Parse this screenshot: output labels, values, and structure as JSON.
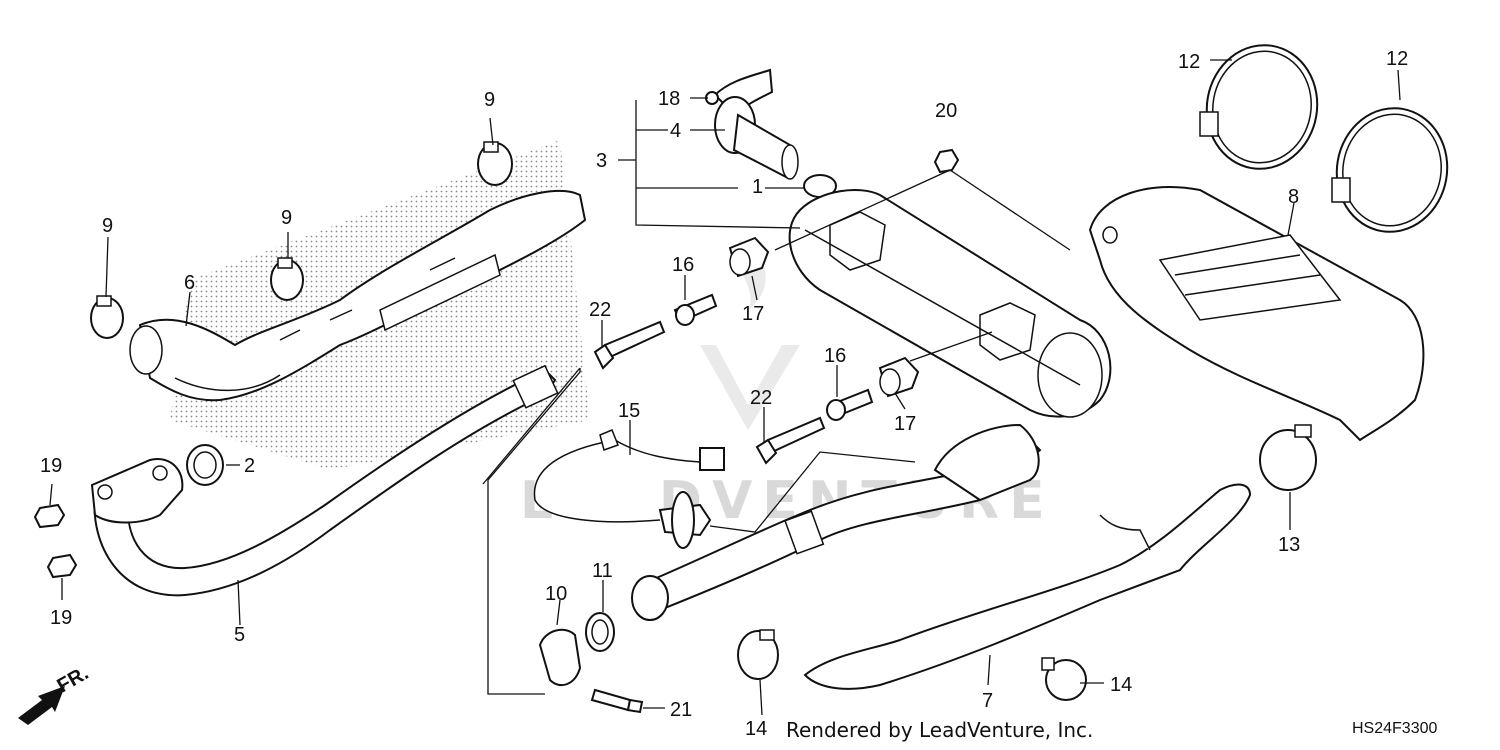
{
  "callouts": {
    "c1": "1",
    "c2": "2",
    "c3": "3",
    "c4": "4",
    "c5": "5",
    "c6": "6",
    "c7": "7",
    "c8": "8",
    "c9a": "9",
    "c9b": "9",
    "c9c": "9",
    "c10": "10",
    "c11": "11",
    "c12a": "12",
    "c12b": "12",
    "c13": "13",
    "c14a": "14",
    "c14b": "14",
    "c15": "15",
    "c16a": "16",
    "c16b": "16",
    "c17a": "17",
    "c17b": "17",
    "c18": "18",
    "c19a": "19",
    "c19b": "19",
    "c20": "20",
    "c21": "21",
    "c22a": "22",
    "c22b": "22"
  },
  "front_marker": "FR.",
  "watermark": "LEADVENTURE",
  "footer_credit": "Rendered by LeadVenture, Inc.",
  "diagram_code": "HS24F3300"
}
